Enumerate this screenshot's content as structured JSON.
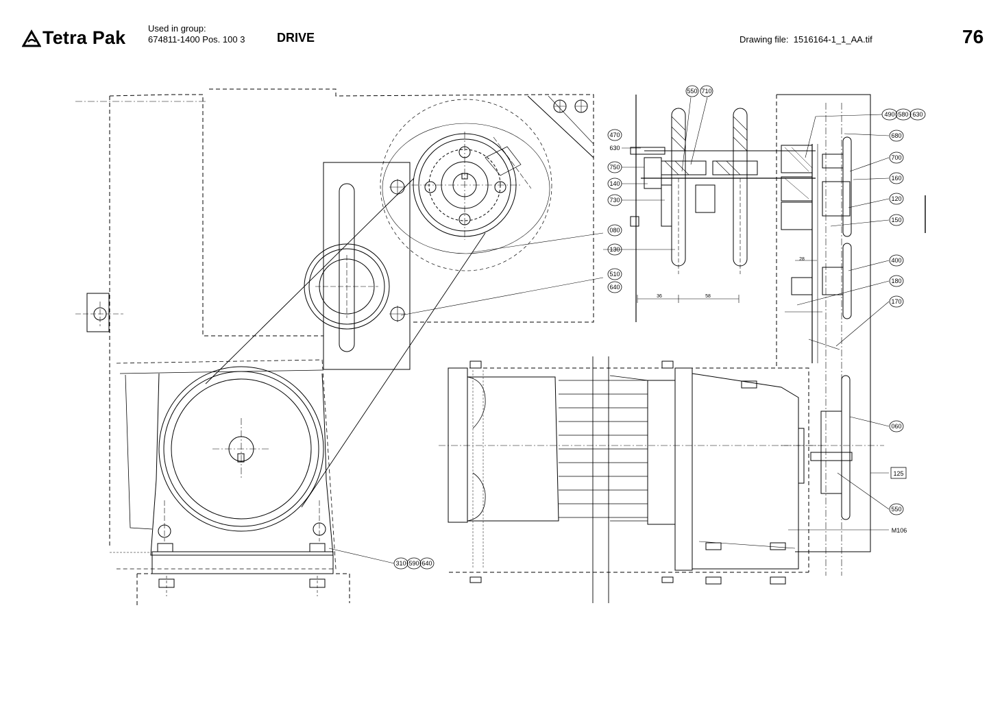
{
  "header": {
    "brand": "Tetra Pak",
    "used_in_group_label": "Used in group:",
    "used_in_group_value": "674811-1400 Pos. 100 3",
    "title": "DRIVE",
    "drawing_file_label": "Drawing file:",
    "drawing_file_value": "1516164-1_1_AA.tif",
    "page_number": "76"
  },
  "callouts": {
    "c550a": "550",
    "c710": "710",
    "c490": "490",
    "c580": "580",
    "c630a": "630",
    "c470": "470",
    "c630b": "630",
    "c750": "750",
    "c140": "140",
    "c730": "730",
    "c080": "080",
    "c130": "130",
    "c510": "510",
    "c640a": "640",
    "c680": "680",
    "c700": "700",
    "c160": "160",
    "c120": "120",
    "c150": "150",
    "c400": "400",
    "c180": "180",
    "c170": "170",
    "c060": "060",
    "c125": "125",
    "c550b": "550",
    "cM106": "M106",
    "c310": "310",
    "c590": "590",
    "c640b": "640"
  },
  "dimensions": {
    "d28": "28",
    "d36": "36",
    "d58": "58"
  }
}
